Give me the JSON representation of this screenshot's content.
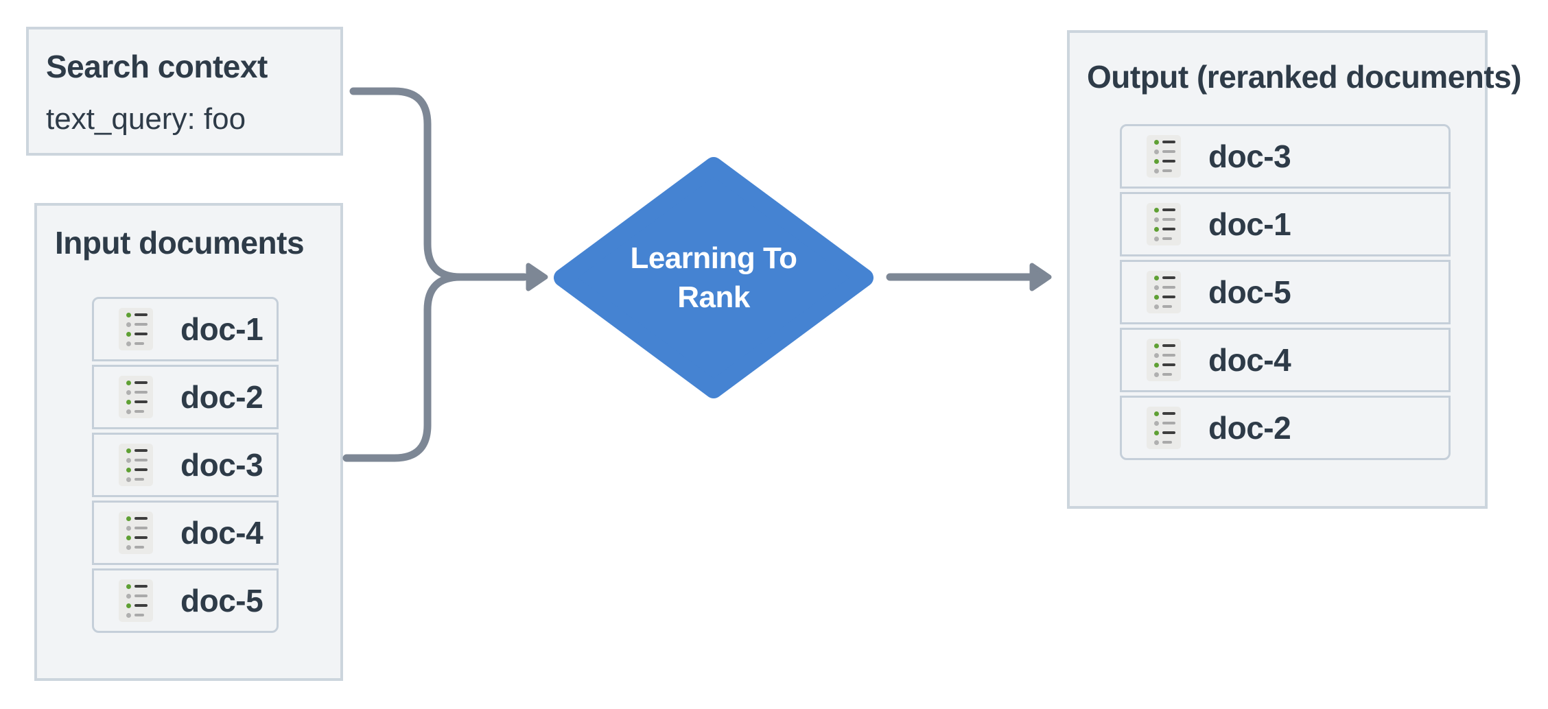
{
  "colors": {
    "box-bg": "#f2f4f6",
    "box-border": "#ccd5dd",
    "row-border": "#c5cfd9",
    "text-dark": "#2e3b48",
    "accent-blue": "#4583d2",
    "connector-gray": "#7d8795",
    "icon-bg": "#ebebe9",
    "icon-line-dark": "#3d3d3d",
    "icon-line-gray": "#a9a9a9",
    "bullet-green": "#5fa034",
    "bullet-gray": "#b0b0b0"
  },
  "search_context": {
    "title": "Search context",
    "query_line": "text_query: foo"
  },
  "input_documents": {
    "title": "Input documents",
    "items": [
      "doc-1",
      "doc-2",
      "doc-3",
      "doc-4",
      "doc-5"
    ]
  },
  "ltr_node": {
    "label": "Learning To Rank",
    "line1": "Learning To",
    "line2": "Rank"
  },
  "output_documents": {
    "title": "Output (reranked documents)",
    "items": [
      "doc-3",
      "doc-1",
      "doc-5",
      "doc-4",
      "doc-2"
    ]
  }
}
